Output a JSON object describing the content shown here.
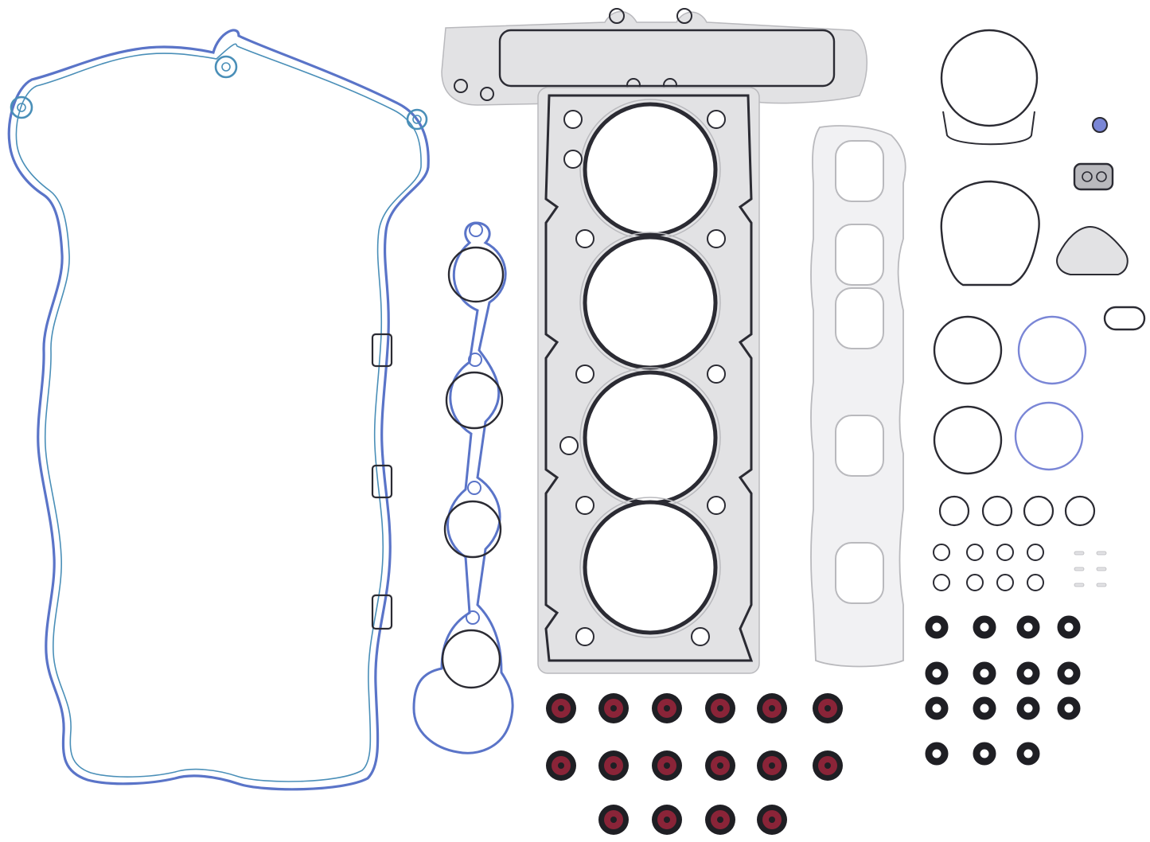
{
  "colors": {
    "blue_gasket": "#5a74c8",
    "blue_gasket_inner": "#4a8fb8",
    "dark_outline": "#2b2b33",
    "gray_plate": "#b9b9bd",
    "gray_plate_light": "#e2e2e4",
    "light_gasket": "#f1f1f3",
    "stem_seal_red": "#8a2438",
    "black_ring": "#1f1f24",
    "small_ring_blue": "#7a86d6",
    "background": "#ffffff"
  },
  "parts": {
    "valve_cover_gasket": "valve-cover-gasket",
    "spark_plug_tube_seals": "spark-plug-tube-seals",
    "head_gasket": "cylinder-head-gasket",
    "exhaust_manifold_gasket": "exhaust-manifold-gasket",
    "stem_seal_count": 16,
    "black_seal_count": 15
  }
}
